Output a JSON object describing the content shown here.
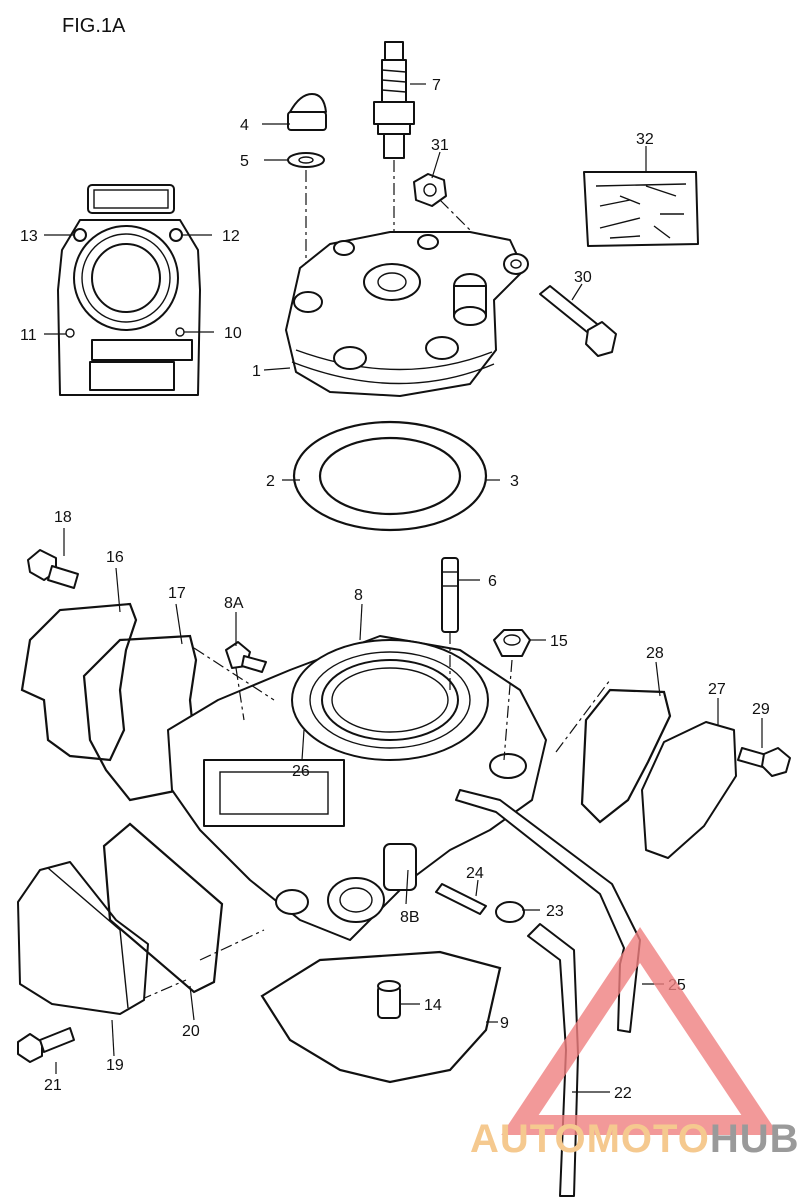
{
  "figure": {
    "title": "FIG.1A"
  },
  "callouts": [
    {
      "id": "1",
      "text": "1"
    },
    {
      "id": "2",
      "text": "2"
    },
    {
      "id": "3",
      "text": "3"
    },
    {
      "id": "4",
      "text": "4"
    },
    {
      "id": "5",
      "text": "5"
    },
    {
      "id": "6",
      "text": "6"
    },
    {
      "id": "7",
      "text": "7"
    },
    {
      "id": "8",
      "text": "8"
    },
    {
      "id": "8A",
      "text": "8A"
    },
    {
      "id": "8B",
      "text": "8B"
    },
    {
      "id": "9",
      "text": "9"
    },
    {
      "id": "10",
      "text": "10"
    },
    {
      "id": "11",
      "text": "11"
    },
    {
      "id": "12",
      "text": "12"
    },
    {
      "id": "13",
      "text": "13"
    },
    {
      "id": "14",
      "text": "14"
    },
    {
      "id": "15",
      "text": "15"
    },
    {
      "id": "16",
      "text": "16"
    },
    {
      "id": "17",
      "text": "17"
    },
    {
      "id": "18",
      "text": "18"
    },
    {
      "id": "19",
      "text": "19"
    },
    {
      "id": "20",
      "text": "20"
    },
    {
      "id": "21",
      "text": "21"
    },
    {
      "id": "22",
      "text": "22"
    },
    {
      "id": "23",
      "text": "23"
    },
    {
      "id": "24",
      "text": "24"
    },
    {
      "id": "25",
      "text": "25"
    },
    {
      "id": "26",
      "text": "26"
    },
    {
      "id": "27",
      "text": "27"
    },
    {
      "id": "28",
      "text": "28"
    },
    {
      "id": "29",
      "text": "29"
    },
    {
      "id": "30",
      "text": "30"
    },
    {
      "id": "31",
      "text": "31"
    },
    {
      "id": "32",
      "text": "32"
    }
  ],
  "watermark": {
    "part1": "AUTOMOTO",
    "part2": "HUB",
    "logo_color": "#f08080",
    "text_color_1": "#f5c98f",
    "text_color_2": "#9a9a9a"
  }
}
